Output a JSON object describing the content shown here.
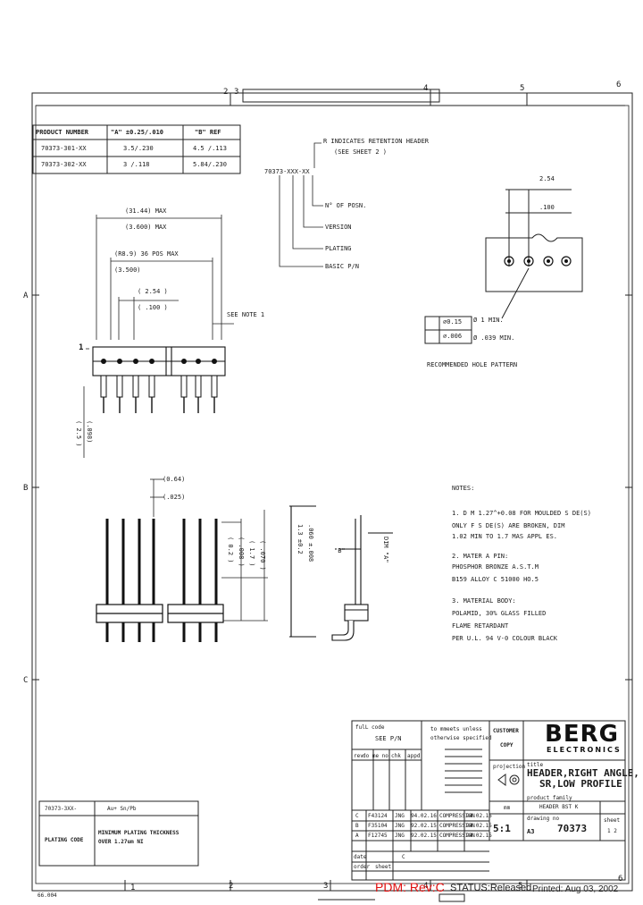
{
  "border": {
    "top_zones": [
      "2",
      "3",
      "4",
      "5",
      "6"
    ],
    "bottom_zones": [
      "1",
      "2",
      "3",
      "4",
      "5",
      "6"
    ],
    "left_zones": [
      "A",
      "B",
      "C"
    ],
    "bottom_left_code": "66.004"
  },
  "spec_table": {
    "headers": [
      "PRODUCT NUMBER",
      "\"A\" ±0.25/.010",
      "\"B\" REF"
    ],
    "rows": [
      [
        "70373-301-XX",
        "3.5/.230",
        "4.5 /.113"
      ],
      [
        "70373-302-XX",
        "3 /.118",
        "5.84/.230"
      ]
    ]
  },
  "part_number": {
    "code": "70373-XXX-XX",
    "retention_note": "R  INDICATES RETENTION HEADER",
    "retention_note2": "(SEE SHEET 2 )",
    "labels": [
      "N° OF POSN.",
      "VERSION",
      "PLATING",
      "BASIC P/N"
    ]
  },
  "top_view": {
    "dim1_mm": "(31.44) MAX",
    "dim1_in": "(3.600) MAX",
    "dim2_mm": "(R8.9) 36 POS MAX",
    "dim2_in": "(3.500)",
    "pitch_mm": "( 2.54 )",
    "pitch_in": "( .100 )",
    "see_note": "SEE NOTE 1",
    "pin_one": "1",
    "side_dim_mm": "( 2.5 )",
    "side_dim_in": "(.098)"
  },
  "hole_pattern": {
    "pitch_mm": "2.54",
    "pitch_in": ".100",
    "tol_mm": "⌀0.15",
    "hole_mm": "Ø 1   MIN.",
    "tol_in": "⌀.006",
    "hole_in": "Ø .039 MIN.",
    "caption": "RECOMMENDED HOLE PATTERN"
  },
  "front_view": {
    "dim_mm": "(0.64)",
    "dim_in": "(.025)",
    "v_dims": [
      "( 0.2 )",
      "( .008 )",
      "( 1.7 )",
      "( .070 )"
    ]
  },
  "side_view": {
    "dim_a": "1.3 ±0.2",
    "dim_a_in": ".060 ±.008",
    "label_b": "\"B\"",
    "label_a": "DIM \"A\""
  },
  "notes": {
    "title": "NOTES:",
    "items": [
      "1. D M 1.27^+0.08 FOR MOULDED S DE(S)",
      "   ONLY   F S DE(S) ARE BROKEN, DIM",
      "   1.02 MIN TO 1.7 MAS APPL ES.",
      "2. MATER A  PIN:",
      "   PHOSPHOR BRONZE A.S.T.M",
      "   B159 ALLOY C 51000 HO.5",
      "3. MATERIAL BODY:",
      "   POLAMID, 30% GLASS FILLED",
      "   FLAME RETARDANT",
      "   PER U.L. 94 V-0 COLOUR BLACK"
    ]
  },
  "plating_table": {
    "top_row": [
      "70373-3XX-",
      "Au+ Sn/Pb"
    ],
    "label": "PLATING CODE",
    "value_line1": "MINIMUM PLATING THICKNESS",
    "value_line2": "OVER 1.27um NI"
  },
  "title_block": {
    "logo": "BERG",
    "logo_sub": "ELECTRONICS",
    "title_label": "title",
    "title_line1": "HEADER,RIGHT ANGLE,",
    "title_line2": "SR,LOW PROFILE",
    "tol_label": "fulL code",
    "tol_value": "SEE P/N",
    "tol_note1": "to mmeets unless",
    "tol_note2": "otherwise specified",
    "customer": "CUSTOMER",
    "copy": "COPY",
    "projection": "projection",
    "product_family_label": "product family",
    "product_family_value": "HEADER BST K",
    "sheet_label": "sheet",
    "sheet_value": "1 2",
    "dwg_no_label": "drawing no",
    "scale": "5:1",
    "size": "A3",
    "dwg_no": "70373",
    "mm_label": "mm",
    "rev_letter": "C",
    "rev_rows": [
      [
        "C",
        "F43124",
        "JNG",
        "94.02.16",
        "COMPRESSION",
        "94.02.15"
      ],
      [
        "B",
        "F35104",
        "JNG",
        "92.02.15",
        "COMPRESSION",
        "94.02.15"
      ],
      [
        "A",
        "F12745",
        "JNG",
        "92.02.15",
        "COMPRESSION",
        "94.02.15"
      ]
    ],
    "bottom_rows": [
      "date",
      "order",
      "sheet"
    ],
    "hdr_cells": [
      "rev",
      "do me no",
      "chk",
      "appd"
    ]
  },
  "footer": {
    "pdm": "PDM: Rev:C",
    "status": "STATUS:Released",
    "printed": "Printed: Aug 03, 2002"
  },
  "colors": {
    "ink": "#111111",
    "accent_red": "#e01010",
    "paper": "#ffffff"
  }
}
